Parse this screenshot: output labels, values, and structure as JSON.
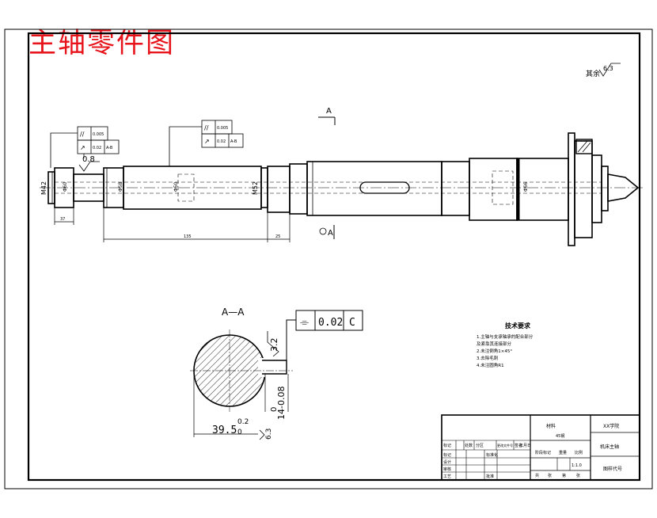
{
  "page_title": "主轴零件图",
  "roughness_other": {
    "label": "其余",
    "value": "6.3"
  },
  "section_mark_top": "A",
  "section_mark_bottom": "A",
  "shaft": {
    "dim_left": "37",
    "dim_mid": "135",
    "dim_right": "25",
    "thread_left": "M42",
    "thread_mid": "M52",
    "diam_a": "Φ58",
    "diam_b": "Φ50",
    "diam_c": "Φ60",
    "diam_right": "Φ66",
    "roughness_left": "0.8",
    "fcf_upper": [
      [
        "//",
        "0.005"
      ],
      [
        "↗",
        "0.02",
        "A-B"
      ]
    ],
    "fcf_lower": [
      [
        "//",
        "0.005"
      ],
      [
        "↗",
        "0.02",
        "A-B"
      ]
    ]
  },
  "section_view": {
    "label": "A—A",
    "flatness_symbol": "⌯",
    "flatness_value": "0.02",
    "flatness_datum": "C",
    "roughness": "3.2",
    "dim_depth": "14-0.08",
    "dim_depth_upper": "0",
    "dim_width": "39.5",
    "dim_width_tol": "0.2",
    "dim_width_lower": "0",
    "roughness_bottom": "6.3"
  },
  "tech_req": {
    "title": "技术要求",
    "items": [
      "1.主轴与支承轴承的配合部分",
      "  及紧靠其连接部分",
      "2.未注倒角1×45°",
      "3.去除毛刺",
      "4.未注圆角R1"
    ]
  },
  "title_block": {
    "material_label": "材料",
    "material": "45钢",
    "school": "XX学院",
    "part_name": "机床主轴",
    "drawing_no_label": "图样代号",
    "scale_value": "1:1.0",
    "row_labels": [
      "标记",
      "设计",
      "审核",
      "工艺"
    ],
    "header_cells": [
      "标记",
      "处数",
      "分区",
      "更改文件号",
      "签名",
      "年月日"
    ],
    "mid_labels": [
      "标准化",
      "批准"
    ],
    "stage_labels": [
      "阶段标记",
      "重量",
      "比例"
    ],
    "bottom_cells": [
      "共",
      "张",
      "第",
      "张"
    ]
  }
}
